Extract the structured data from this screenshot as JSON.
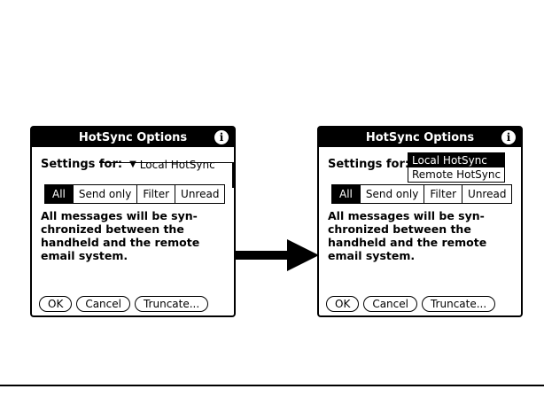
{
  "screen_left": {
    "title": "HotSync Options",
    "info_icon": "i",
    "settings_label": "Settings for:",
    "settings_arrow": "▼",
    "settings_value": "Local HotSync",
    "filter_tabs": [
      "All",
      "Send only",
      "Filter",
      "Unread"
    ],
    "message": "All messages will be syn-\nchronized between the\nhandheld and the remote\nemail system.",
    "buttons": [
      "OK",
      "Cancel",
      "Truncate..."
    ]
  },
  "screen_right": {
    "title": "HotSync Options",
    "info_icon": "i",
    "settings_label": "Settings for:",
    "popup_options": [
      "Local HotSync",
      "Remote HotSync"
    ],
    "filter_tabs": [
      "All",
      "Send only",
      "Filter",
      "Unread"
    ],
    "message": "All messages will be syn-\nchronized between the\nhandheld and the remote\nemail system.",
    "buttons": [
      "OK",
      "Cancel",
      "Truncate..."
    ]
  },
  "icons": {
    "menu_icon": "menu-icon",
    "arrow": "right-arrow-icon"
  }
}
